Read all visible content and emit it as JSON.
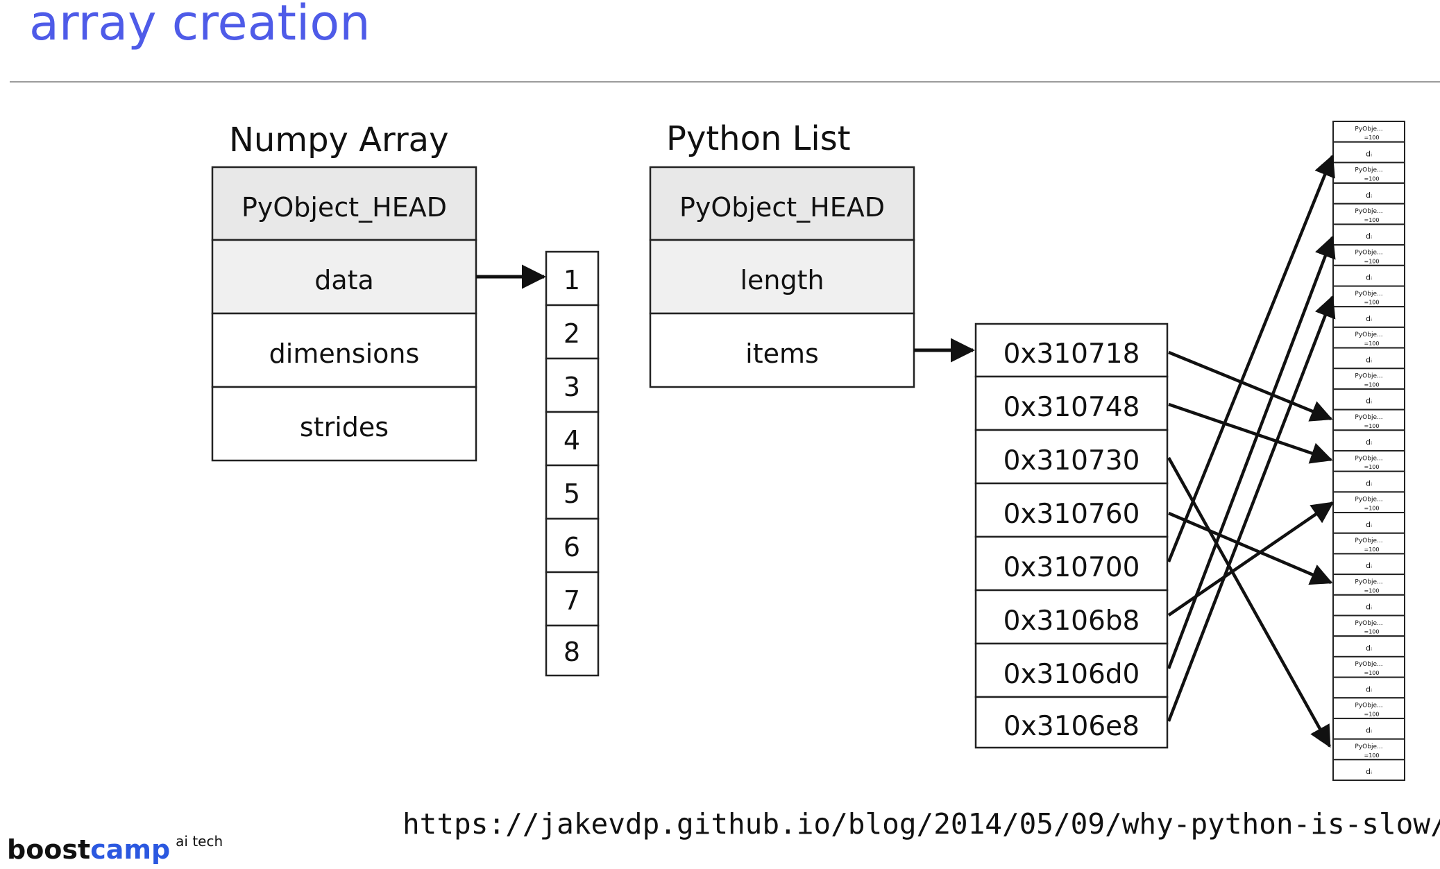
{
  "slide": {
    "title": "array creation",
    "source_url": "https://jakevdp.github.io/blog/2014/05/09/why-python-is-slow/"
  },
  "numpy_array": {
    "heading": "Numpy Array",
    "fields": [
      "PyObject_HEAD",
      "data",
      "dimensions",
      "strides"
    ],
    "values": [
      "1",
      "2",
      "3",
      "4",
      "5",
      "6",
      "7",
      "8"
    ]
  },
  "python_list": {
    "heading": "Python List",
    "fields": [
      "PyObject_HEAD",
      "length",
      "items"
    ],
    "addresses": [
      "0x310718",
      "0x310748",
      "0x310730",
      "0x310760",
      "0x310700",
      "0x3106b8",
      "0x3106d0",
      "0x3106e8"
    ]
  },
  "memory_column": {
    "object_label_top": "PyObje...",
    "object_label_bottom": "=100",
    "d_label": "dᵢ"
  },
  "logo": {
    "boost": "boost",
    "camp": "camp",
    "aitech": "ai tech"
  },
  "colors": {
    "title": "#4e5be8",
    "shaded_row": "#e8e8e8",
    "logo_accent": "#2b58e0"
  }
}
